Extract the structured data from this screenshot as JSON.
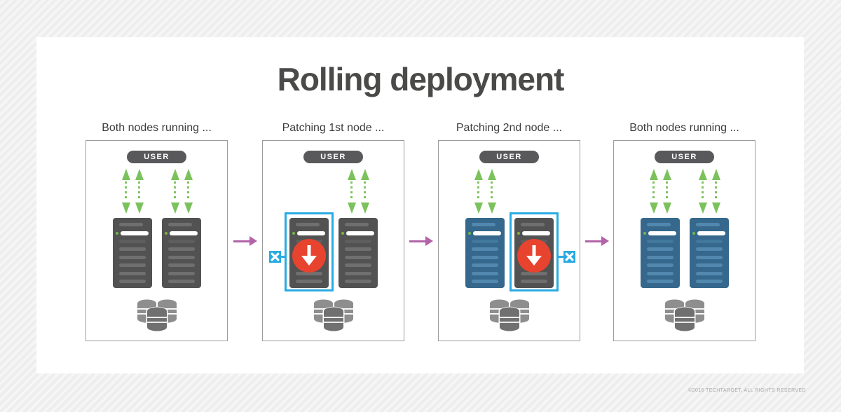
{
  "title": "Rolling deployment",
  "user_label": "USER",
  "copyright": "©2016 TECHTARGET, ALL RIGHTS RESERVED",
  "panels": [
    {
      "label": "Both nodes running ...",
      "servers": [
        {
          "style": "gray",
          "traffic": true,
          "patching": false,
          "highlighted": false
        },
        {
          "style": "gray",
          "traffic": true,
          "patching": false,
          "highlighted": false
        }
      ],
      "offline_marker": null
    },
    {
      "label": "Patching 1st node ...",
      "servers": [
        {
          "style": "gray",
          "traffic": false,
          "patching": true,
          "highlighted": true
        },
        {
          "style": "gray",
          "traffic": true,
          "patching": false,
          "highlighted": false
        }
      ],
      "offline_marker": "left"
    },
    {
      "label": "Patching 2nd node ...",
      "servers": [
        {
          "style": "blue",
          "traffic": true,
          "patching": false,
          "highlighted": false
        },
        {
          "style": "gray",
          "traffic": false,
          "patching": true,
          "highlighted": true
        }
      ],
      "offline_marker": "right"
    },
    {
      "label": "Both nodes running ...",
      "servers": [
        {
          "style": "blue",
          "traffic": true,
          "patching": false,
          "highlighted": false
        },
        {
          "style": "blue",
          "traffic": true,
          "patching": false,
          "highlighted": false
        }
      ],
      "offline_marker": null
    }
  ],
  "icons": {
    "traffic": "bidirectional-arrows-icon",
    "patch": "download-arrow-icon",
    "offline": "x-offline-icon",
    "database": "database-icon",
    "flow": "right-arrow-icon"
  },
  "colors": {
    "background_stripe_dark": "#ebebeb",
    "background_stripe_light": "#f8f8f8",
    "card": "#ffffff",
    "title_text": "#4a4a48",
    "label_text": "#3d3d3d",
    "panel_border": "#9c9c9c",
    "user_pill": "#59595b",
    "traffic_green": "#7cc25c",
    "led_green": "#76b543",
    "server_gray": "#525252",
    "server_gray_stripe": "#6f6f6f",
    "server_gray_stripe_faint": "#5e5e5e",
    "server_blue": "#35688c",
    "server_blue_stripe": "#5288ad",
    "server_blue_stripe_faint": "#42789c",
    "db_back": "#8e8e8e",
    "db_front": "#707070",
    "flow_arrow_purple": "#b164a7",
    "highlight_blue": "#29abe2",
    "patch_red": "#e8432e",
    "copyright_text": "#a8a8a8"
  }
}
